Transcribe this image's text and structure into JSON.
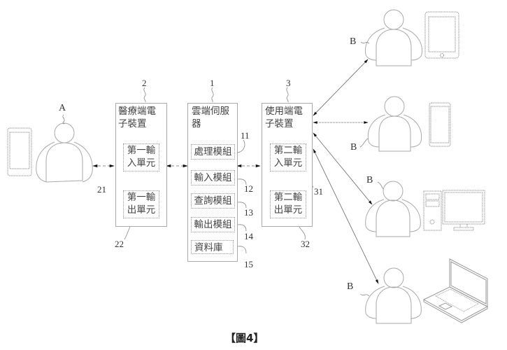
{
  "figure_caption": "【圖4】",
  "patient": {
    "label": "A",
    "device": "smartphone"
  },
  "medical_device": {
    "ref": "2",
    "title_line1": "醫療端電",
    "title_line2": "子裝置",
    "first_input_unit": {
      "ref": "21",
      "line1": "第一輸",
      "line2": "入單元"
    },
    "first_output_unit": {
      "ref": "22",
      "line1": "第一輸",
      "line2": "出單元"
    }
  },
  "cloud_server": {
    "ref": "1",
    "title_line1": "雲端伺服",
    "title_line2": "器",
    "modules": [
      {
        "ref": "11",
        "label": "處理模組"
      },
      {
        "ref": "12",
        "label": "輸入模組"
      },
      {
        "ref": "13",
        "label": "查詢模組"
      },
      {
        "ref": "14",
        "label": "輸出模組"
      },
      {
        "ref": "15",
        "label": "資料庫"
      }
    ]
  },
  "user_device": {
    "ref": "3",
    "title_line1": "使用端電",
    "title_line2": "子裝置",
    "second_input_unit": {
      "ref": "31",
      "line1": "第二輸",
      "line2": "入單元"
    },
    "second_output_unit": {
      "ref": "32",
      "line1": "第二輸",
      "line2": "出單元"
    }
  },
  "users": [
    {
      "label": "B",
      "device": "tablet"
    },
    {
      "label": "B",
      "device": "smartphone"
    },
    {
      "label": "B",
      "device": "desktop-computer"
    },
    {
      "label": "B",
      "device": "laptop"
    }
  ]
}
